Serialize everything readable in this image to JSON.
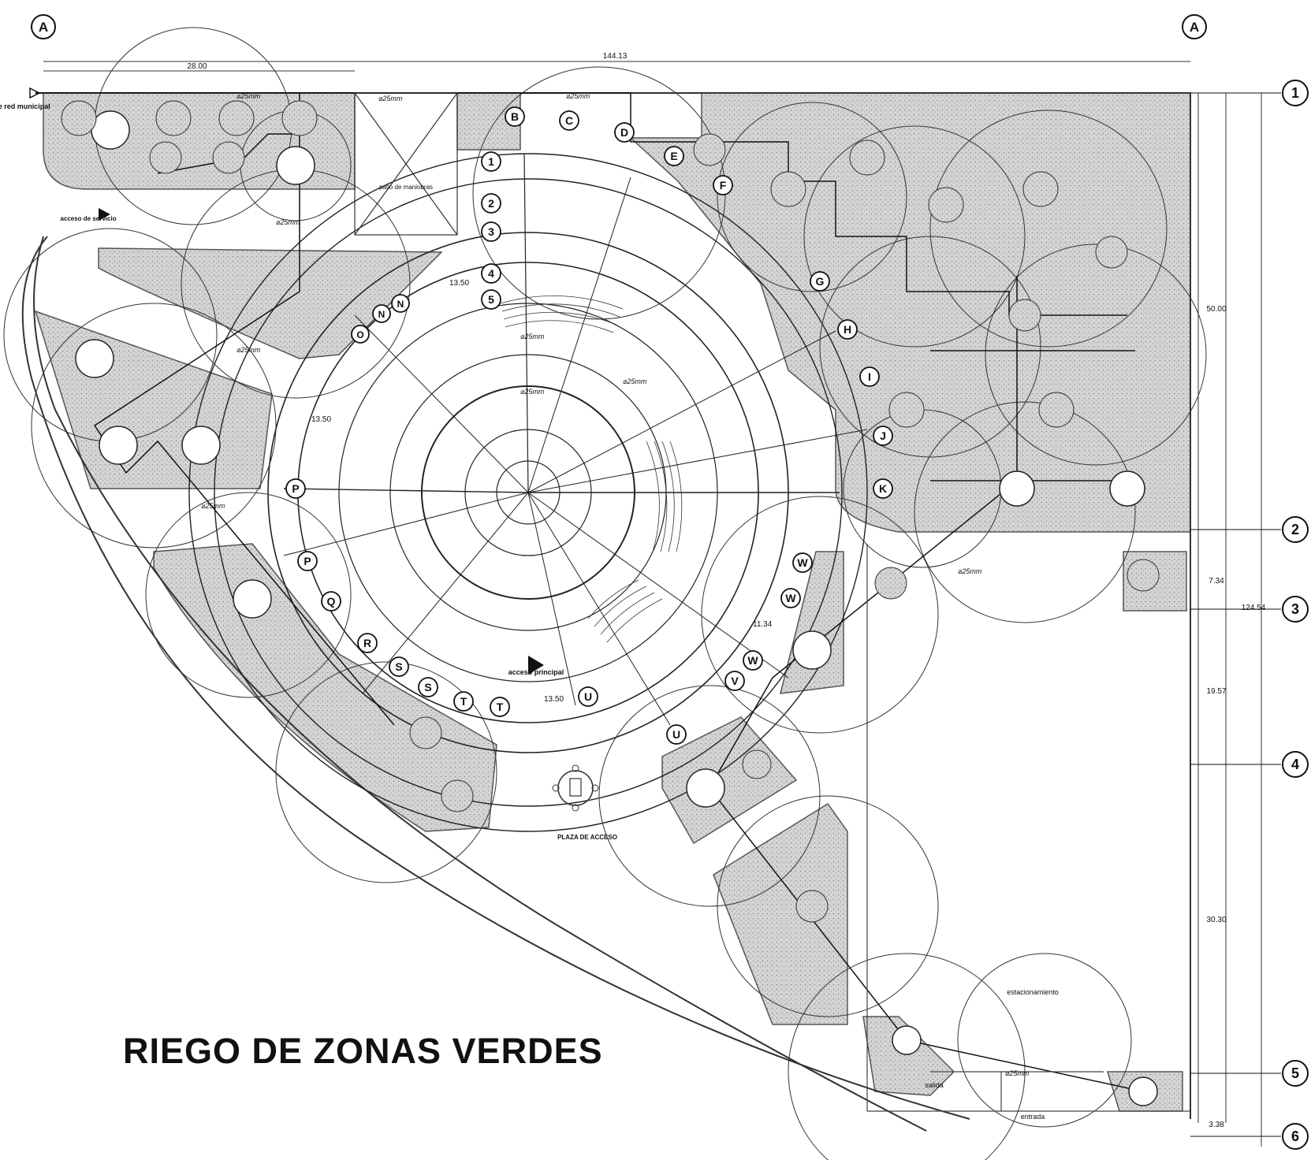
{
  "title": "RIEGO DE ZONAS VERDES",
  "grid_letters": [
    "A",
    "A"
  ],
  "grid_numbers": [
    "1",
    "2",
    "3",
    "4",
    "5",
    "6"
  ],
  "radial_axes": [
    "B",
    "C",
    "D",
    "E",
    "F",
    "G",
    "H",
    "I",
    "J",
    "K",
    "N",
    "N",
    "O",
    "P",
    "P",
    "Q",
    "R",
    "S",
    "S",
    "T",
    "T",
    "U",
    "U",
    "V",
    "W",
    "W",
    "W"
  ],
  "ring_numbers": [
    "1",
    "2",
    "3",
    "4",
    "5"
  ],
  "labels": {
    "water_source": "de red municipal",
    "service_access": "acceso de servicio",
    "main_access": "acceso principal",
    "access_plaza": "PLAZA DE ACCESO",
    "parking": "estacionamiento",
    "entry": "entrada",
    "exit": "salida",
    "maneuver_yard": "patio de maniobras"
  },
  "dimensions": {
    "top_total": "144.13",
    "top_left": "28.00",
    "right_1_2": "50.00",
    "right_2_3": "7.34",
    "right_3_4": "19.57",
    "right_4_5": "30.30",
    "right_5_6": "3.38",
    "right_total": "124.54",
    "radial_a": "13.50",
    "radial_b": "13.50",
    "radial_c": "11.34",
    "radial_d": "13.50"
  },
  "pipe_label": "⌀25mm"
}
